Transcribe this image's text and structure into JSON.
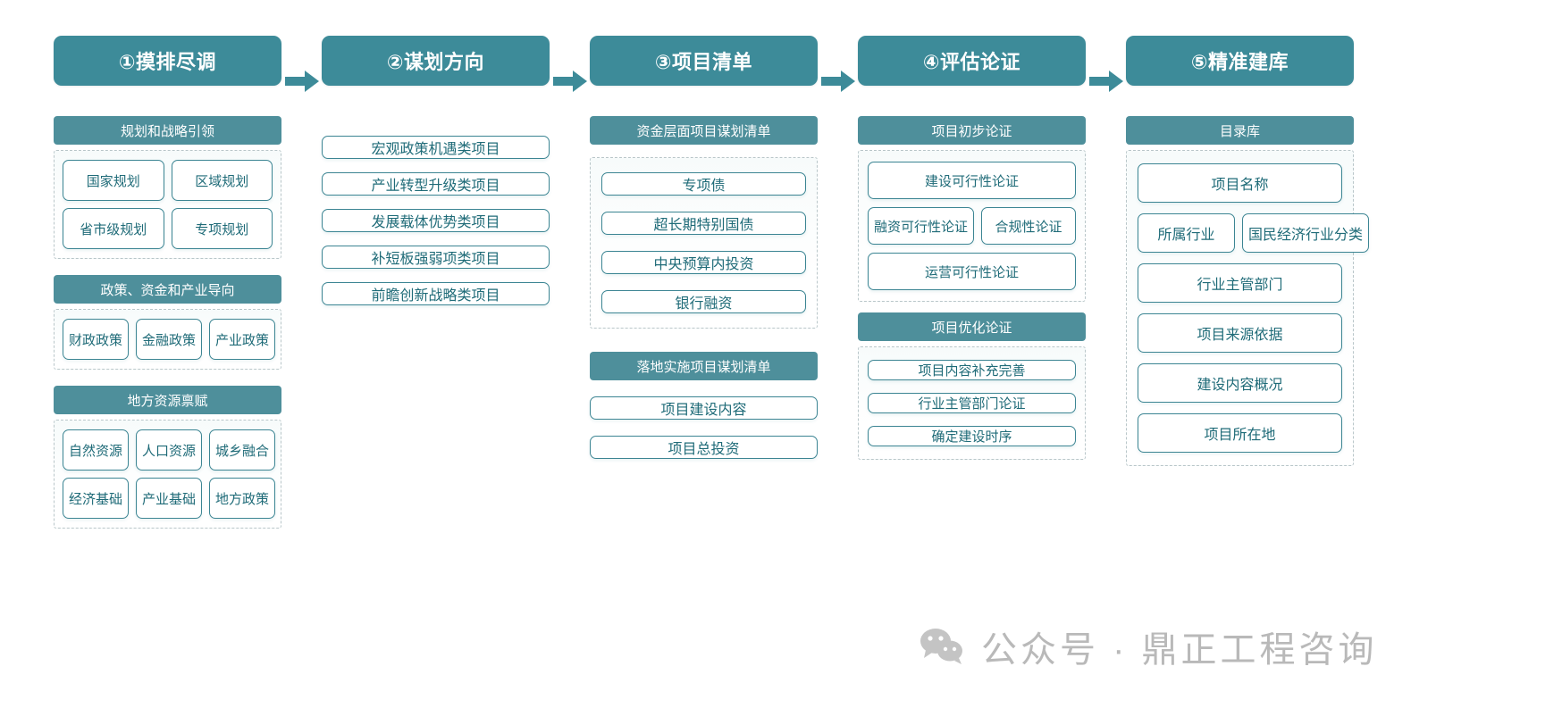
{
  "diagram": {
    "stages": [
      {
        "header": "①摸排尽调",
        "groups": [
          {
            "title": "规划和战略引领",
            "rows": [
              [
                "国家规划",
                "区域规划"
              ],
              [
                "省市级规划",
                "专项规划"
              ]
            ]
          },
          {
            "title": "政策、资金和产业导向",
            "rows": [
              [
                "财政政策",
                "金融政策",
                "产业政策"
              ]
            ]
          },
          {
            "title": "地方资源禀赋",
            "rows": [
              [
                "自然资源",
                "人口资源",
                "城乡融合"
              ],
              [
                "经济基础",
                "产业基础",
                "地方政策"
              ]
            ]
          }
        ]
      },
      {
        "header": "②谋划方向",
        "list": [
          "宏观政策机遇类项目",
          "产业转型升级类项目",
          "发展载体优势类项目",
          "补短板强弱项类项目",
          "前瞻创新战略类项目"
        ]
      },
      {
        "header": "③项目清单",
        "groups": [
          {
            "title": "资金层面项目谋划清单",
            "rows": [
              [
                "专项债"
              ],
              [
                "超长期特别国债"
              ],
              [
                "中央预算内投资"
              ],
              [
                "银行融资"
              ]
            ]
          },
          {
            "title": "落地实施项目谋划清单",
            "dashed": false,
            "rows": [
              [
                "项目建设内容"
              ],
              [
                "项目总投资"
              ]
            ]
          }
        ]
      },
      {
        "header": "④评估论证",
        "groups": [
          {
            "title": "项目初步论证",
            "rows": [
              [
                "建设可行性论证"
              ],
              [
                "融资可行性论证",
                "合规性论证"
              ],
              [
                "运营可行性论证"
              ]
            ]
          },
          {
            "title": "项目优化论证",
            "rows": [
              [
                "项目内容补充完善"
              ],
              [
                "行业主管部门论证"
              ],
              [
                "确定建设时序"
              ]
            ]
          }
        ]
      },
      {
        "header": "⑤精准建库",
        "groups": [
          {
            "title": "目录库",
            "rows": [
              [
                "项目名称"
              ],
              [
                "所属行业",
                "国民经济行业分类"
              ],
              [
                "行业主管部门"
              ],
              [
                "项目来源依据"
              ],
              [
                "建设内容概况"
              ],
              [
                "项目所在地"
              ]
            ]
          }
        ]
      }
    ],
    "arrow_label": "stage-arrow"
  },
  "watermark": {
    "text": "公众号 · 鼎正工程咨询",
    "icon": "wechat-icon"
  },
  "colors": {
    "stage_header_bg": "#3d8b99",
    "group_title_bg": "#4e8f9b",
    "chip_border": "#3c8593",
    "chip_text": "#1f6b78",
    "arrow": "#3d8b99",
    "dashed_border": "#b9c6c9",
    "watermark": "#b9b9b9"
  }
}
